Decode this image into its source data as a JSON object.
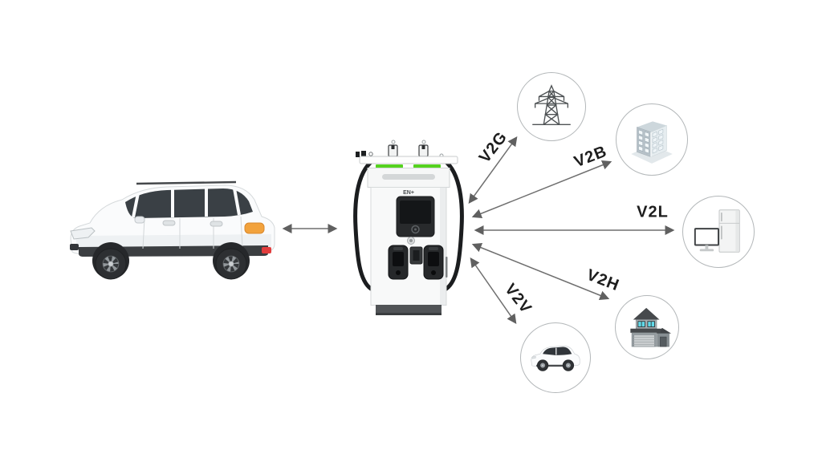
{
  "colors": {
    "background": "#ffffff",
    "arrow": "#6f6f6f",
    "label_text": "#1d1d1d",
    "node_circle_border": "#b3b7b9",
    "charger_led_green": "#55d21f",
    "house_window_cyan": "#62d9e8",
    "car_taillight_orange": "#f2a23c",
    "car_reflector_red": "#e23d3d"
  },
  "charger": {
    "brand_label": "EN+"
  },
  "links": [
    {
      "label": "V2G",
      "icon": "power-grid-icon"
    },
    {
      "label": "V2B",
      "icon": "office-building-icon"
    },
    {
      "label": "V2L",
      "icon": "home-appliances-icon"
    },
    {
      "label": "V2H",
      "icon": "house-icon"
    },
    {
      "label": "V2V",
      "icon": "compact-car-icon"
    }
  ]
}
